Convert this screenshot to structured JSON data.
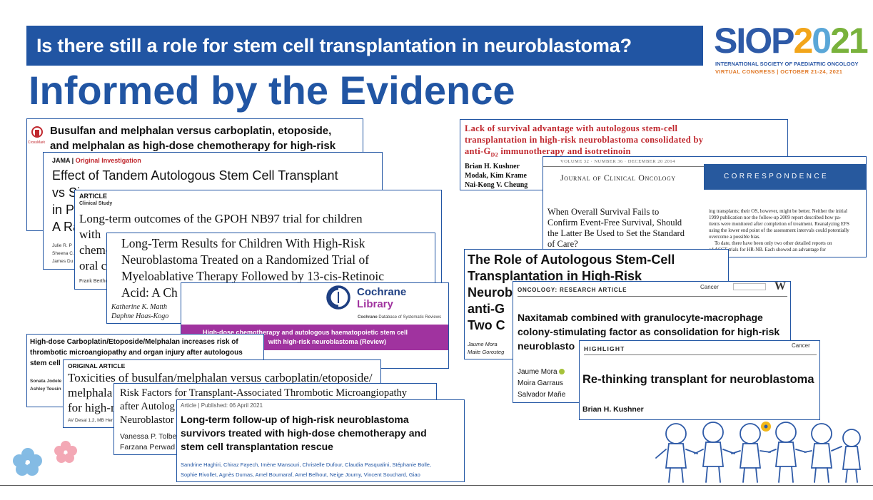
{
  "banner": {
    "text": "Is there still a role for stem cell transplantation in neuroblastoma?"
  },
  "title": "Informed by the Evidence",
  "logo": {
    "siop": "SIOP",
    "y2": "2",
    "y0": "0",
    "y21": "21",
    "sub1": "INTERNATIONAL SOCIETY OF PAEDIATRIC ONCOLOGY",
    "sub2": "VIRTUAL CONGRESS | OCTOBER 21-24, 2021"
  },
  "papers": {
    "p1": {
      "line1": "Busulfan and melphalan versus carboplatin, etoposide,",
      "line2": "and melphalan as high-dose chemotherapy for high-risk",
      "crossmark": "CrossMark"
    },
    "p2": {
      "journal": "JAMA",
      "section": "Original Investigation",
      "line1": "Effect of Tandem Autologous Stem Cell Transplant",
      "line2": "vs Si",
      "line3": "in Pa",
      "line4": "A Ra",
      "authors1": "Julie R. P",
      "authors2": "Sheena C.",
      "authors3": "James Du"
    },
    "p3": {
      "label": "ARTICLE",
      "sublabel": "Clinical Study",
      "line1": "Long-term outcomes of the GPOH NB97 trial for children",
      "line2": "with",
      "line3": "chemo",
      "line4": "oral ch",
      "authors": "Frank Berthol"
    },
    "p4": {
      "line1": "Long-Term Results for Children With High-Risk",
      "line2": "Neuroblastoma Treated on a Randomized Trial of",
      "line3": "Myeloablative Therapy Followed by 13-cis-Retinoic",
      "line4": "Acid: A Ch",
      "authors1": "Katherine K. Matth",
      "authors2": "Daphne Haas-Kogo"
    },
    "p5": {
      "brand1": "Cochrane",
      "brand2": "Library",
      "db_bold": "Cochrane",
      "db": "Database of Systematic Reviews",
      "title1": "High-dose chemotherapy and autologous haematopoietic stem cell",
      "title2": "with high-risk neuroblastoma (Review)"
    },
    "p6": {
      "line1": "High-dose Carboplatin/Etoposide/Melphalan increases risk of",
      "line2": "thrombotic microangiopathy and organ injury after autologous",
      "line3": "stem cell",
      "authors1": "Sonata Jodele",
      "authors2": "Ashley Teusin"
    },
    "p7": {
      "label": "ORIGINAL ARTICLE",
      "line1": "Toxicities of busulfan/melphalan versus carboplatin/etoposide/",
      "line2": "melphala",
      "line3": "for high-r",
      "authors": "AV Desai 1,2, MB Her"
    },
    "p8": {
      "line1": "Risk Factors for Transplant-Associated Thrombotic Microangiopathy",
      "line2": "after Autolog",
      "line3": "Neuroblastor",
      "authors1": "Vanessa P. Tolbe",
      "authors2": "Farzana Perwad"
    },
    "p9": {
      "meta": "Article | Published: 06 April 2021",
      "line1": "Long-term follow-up of high-risk neuroblastoma",
      "line2": "survivors treated with high-dose chemotherapy and",
      "line3": "stem cell transplantation rescue",
      "authors1": "Sandrine Haghiri, Chiraz Fayech, Imène Mansouri, Christelle Dufour, Claudia Pasqualini, Stéphanie Bolle,",
      "authors2": "Sophie Rivollet, Agnès Dumas, Amel Boumaraf, Amel Belhout, Neige Journy, Vincent Souchard, Giao"
    },
    "p10": {
      "line1": "Lack of survival advantage with autologous stem-cell",
      "line2": "transplantation in high-risk neuroblastoma consolidated by",
      "line3": "anti-G",
      "line3_sub": "D2",
      "line3_rest": " immunotherapy and isotretinoin",
      "authors1": "Brian H. Kushner",
      "authors2": "Modak",
      "authors2b": ", Kim Krame",
      "authors3": "Nai-Kong V. Cheung"
    },
    "p11": {
      "meta": "VOLUME 32 · NUMBER 36 · DECEMBER 20 2014",
      "journal": "Journal of Clinical Oncology",
      "section": "CORRESPONDENCE",
      "title1": "When Overall Survival Fails to",
      "title2": "Confirm Event-Free Survival, Should",
      "title3": "the Latter Be Used to Set the Standard",
      "title4": "of Care?",
      "body1": "ing transplants; their OS, however, might be better. Neither the initial",
      "body2": "1999 publication nor the follow-up 2009 report described how pa-",
      "body3": "tients were monitored after completion of treatment. Reanalyzing EFS",
      "body4": "using the lower end point of the assessment intervals could potentially",
      "body5": "overcome a possible bias.",
      "body6": "To date, there have been only two other detailed reports on",
      "body7": "ed ASCT trials for HR-NB. Each showed an advantage for"
    },
    "p12": {
      "line1": "The Role of Autologous Stem-Cell",
      "line2": "Transplantation in High-Risk",
      "line3": "Neurob",
      "line4": "anti-G",
      "line5": "Two C",
      "authors1": "Jaume Mora",
      "authors2": "Maite Gorosteg"
    },
    "p13": {
      "label": "ONCOLOGY: RESEARCH ARTICLE",
      "journal": "Cancer",
      "line1": "Naxitamab combined with granulocyte-macrophage",
      "line2": "colony-stimulating factor as consolidation for high-risk",
      "line3": "neuroblasto",
      "authors1": "Jaume Mora",
      "authors2": "Moira Garraus",
      "authors3": "Salvador Mañe"
    },
    "p14": {
      "label": "HIGHLIGHT",
      "journal": "Cancer",
      "title": "Re-thinking transplant for neuroblastoma",
      "author": "Brian H. Kushner"
    }
  },
  "colors": {
    "brand_blue": "#2155a3",
    "cochrane_purple": "#a0339f",
    "jco_blue": "#27599e",
    "title_red": "#c0282e"
  }
}
